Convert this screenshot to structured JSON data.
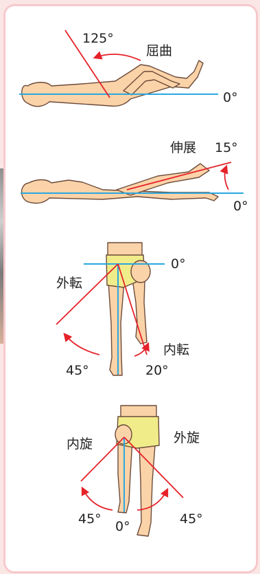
{
  "panel1": {
    "action": "屈曲",
    "angle_max": "125°",
    "angle_zero": "0°"
  },
  "panel2": {
    "action": "伸展",
    "angle_max": "15°",
    "angle_zero": "0°"
  },
  "panel3": {
    "action_left": "外転",
    "action_right": "内転",
    "angle_zero": "0°",
    "angle_left": "45°",
    "angle_right": "20°"
  },
  "panel4": {
    "action_left": "内旋",
    "action_right": "外旋",
    "angle_left": "45°",
    "angle_center": "0°",
    "angle_right": "45°"
  },
  "colors": {
    "reference_line": "#2aa7df",
    "movement_line": "#e5222a",
    "frame": "#f6c9cc",
    "skin": "#fbd3a8",
    "shorts": "#f0ec8a"
  }
}
